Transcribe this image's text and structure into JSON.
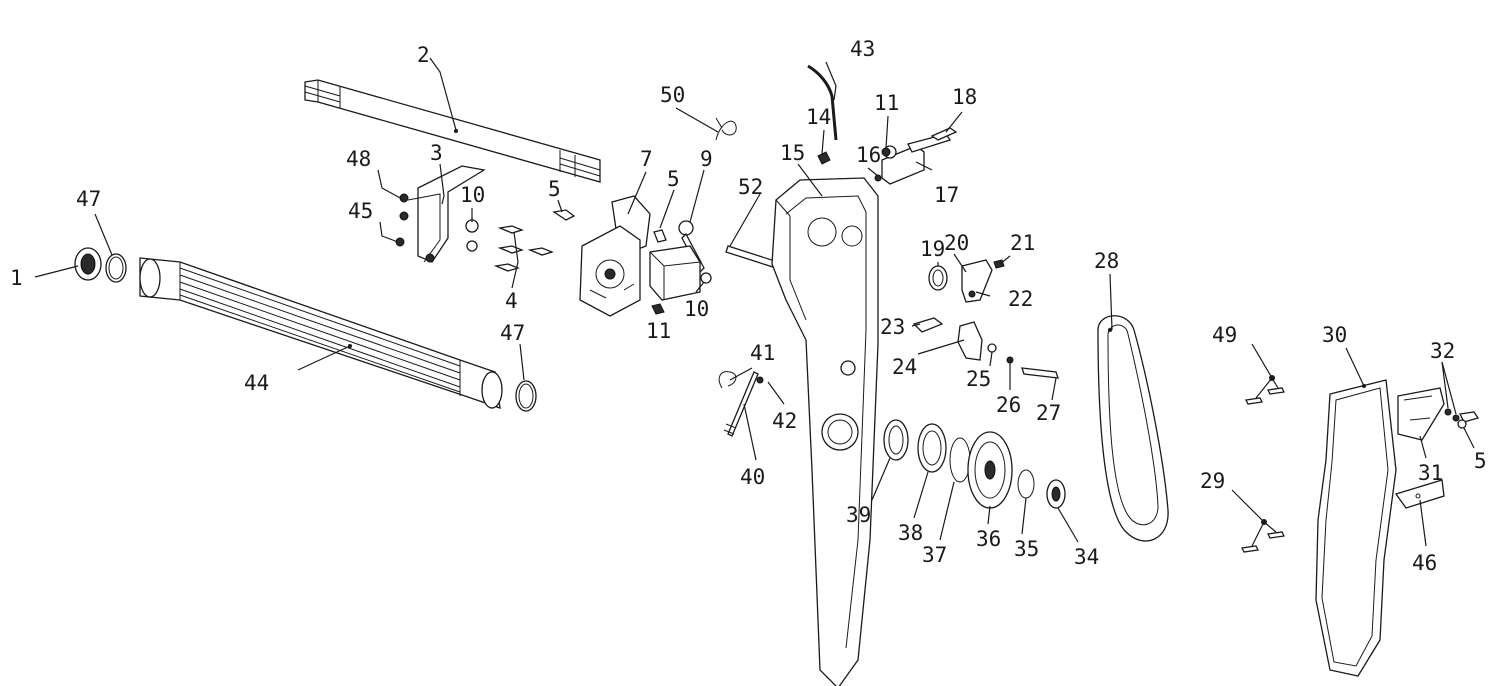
{
  "callouts": {
    "c1": "1",
    "c2": "2",
    "c3": "3",
    "c4": "4",
    "c5a": "5",
    "c5b": "5",
    "c5c": "5",
    "c7": "7",
    "c9": "9",
    "c10a": "10",
    "c10b": "10",
    "c11a": "11",
    "c11b": "11",
    "c14": "14",
    "c15": "15",
    "c16": "16",
    "c17": "17",
    "c18": "18",
    "c19": "19",
    "c20": "20",
    "c21": "21",
    "c22": "22",
    "c23": "23",
    "c24": "24",
    "c25": "25",
    "c26": "26",
    "c27": "27",
    "c28": "28",
    "c29": "29",
    "c30": "30",
    "c31": "31",
    "c32": "32",
    "c34": "34",
    "c35": "35",
    "c36": "36",
    "c37": "37",
    "c38": "38",
    "c39": "39",
    "c40": "40",
    "c41": "41",
    "c42": "42",
    "c43": "43",
    "c44": "44",
    "c45": "45",
    "c46": "46",
    "c47a": "47",
    "c47b": "47",
    "c48": "48",
    "c49": "49",
    "c50": "50",
    "c52": "52"
  }
}
